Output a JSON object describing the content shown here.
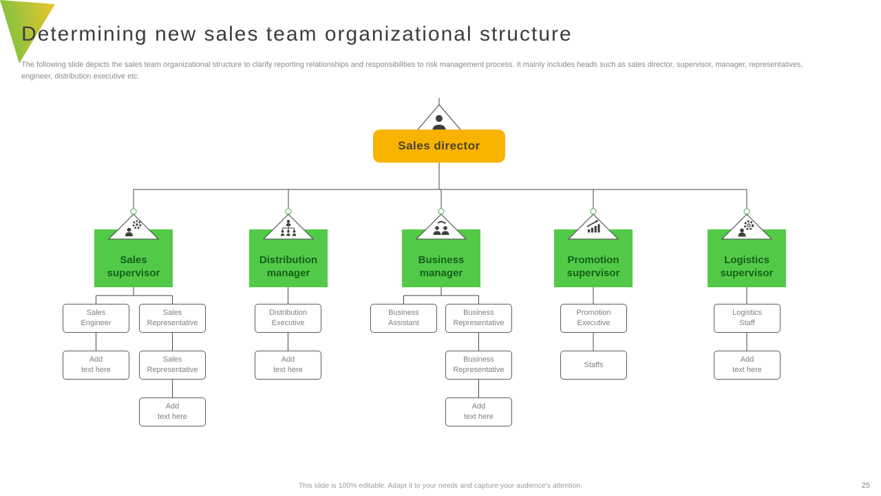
{
  "slide": {
    "title": "Determining new sales team organizational structure",
    "subtitle": "The following slide depicts the sales team organizational structure to clarify reporting relationships and responsibilities to risk management process. It mainly includes heads such as sales director, supervisor, manager, representatives, engineer, distribution executive etc.",
    "footer": "This slide is 100% editable. Adapt it to your needs and capture your audience's attention.",
    "page_number": "25"
  },
  "colors": {
    "director_bg": "#F8B301",
    "director_text": "#4A4328",
    "group_bg": "#52CA47",
    "group_text": "#14611B",
    "child_border": "#5A5A5A",
    "child_text": "#7F7F7F",
    "connector_line": "#454545",
    "connector_dot": "#6FBF6F",
    "icon_color": "#3F3F3F",
    "deco_gradient_start": "#7FC142",
    "deco_gradient_end": "#E5C62E"
  },
  "org": {
    "director": {
      "label": "Sales director",
      "icon": "person-icon"
    },
    "groups": [
      {
        "label": "Sales\nsupervisor",
        "icon": "person-gear-icon",
        "children": [
          [
            "Sales\nEngineer",
            "Add\ntext here"
          ],
          [
            "Sales\nRepresentative",
            "Sales\nRepresentative",
            "Add\ntext here"
          ]
        ]
      },
      {
        "label": "Distribution\nmanager",
        "icon": "hierarchy-icon",
        "children": [
          [
            "Distribution\nExecutive",
            "Add\ntext here"
          ]
        ]
      },
      {
        "label": "Business\nmanager",
        "icon": "meeting-people-icon",
        "children": [
          [
            "Business\nAssistant"
          ],
          [
            "Business\nRepresentative",
            "Business\nRepresentative",
            "Add\ntext here"
          ]
        ]
      },
      {
        "label": "Promotion\nsupervisor",
        "icon": "growth-chart-icon",
        "children": [
          [
            "Promotion\nExecutive",
            "Staffs"
          ]
        ]
      },
      {
        "label": "Logistics\nsupervisor",
        "icon": "gear-person-icon",
        "children": [
          [
            "Logistics\nStaff",
            "Add\ntext here"
          ]
        ]
      }
    ]
  }
}
